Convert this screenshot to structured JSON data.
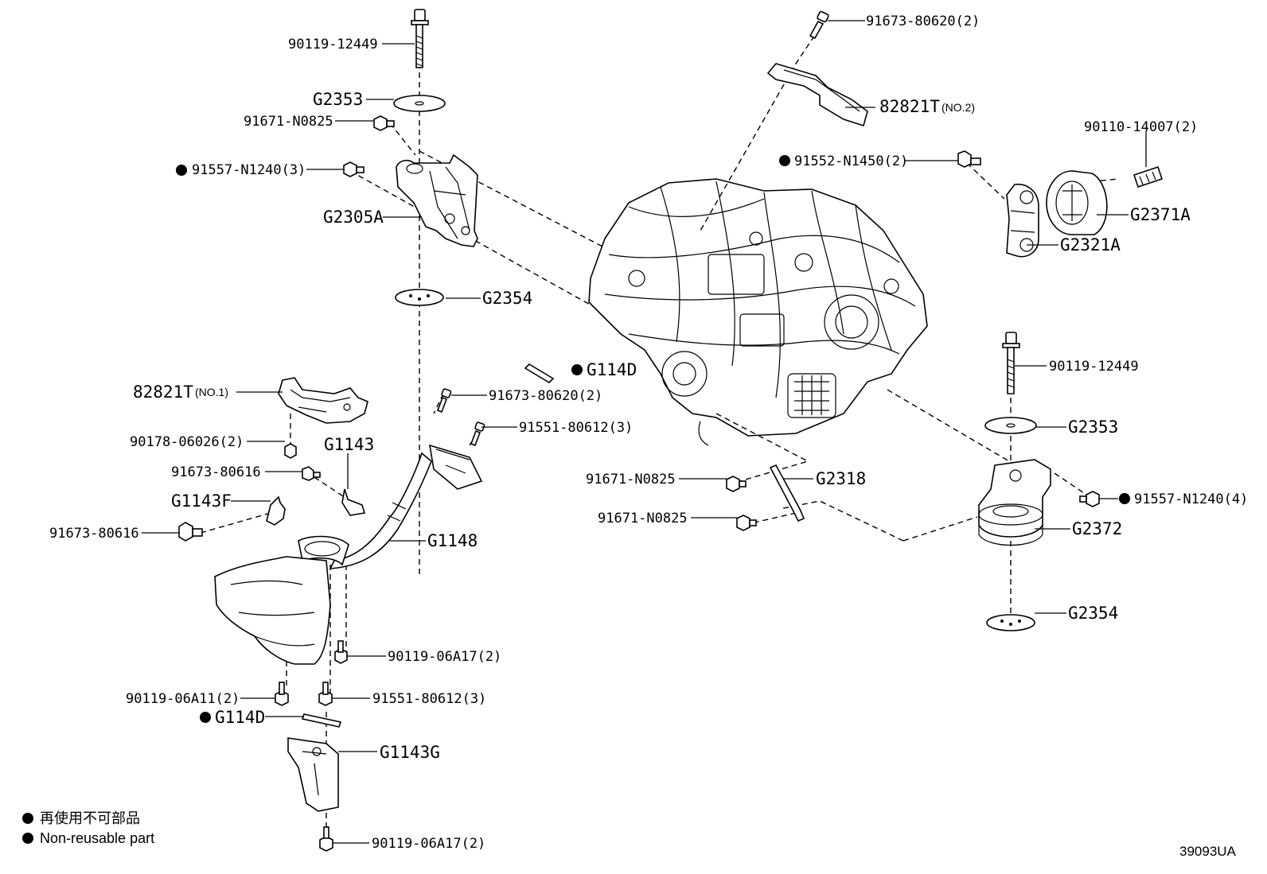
{
  "callouts": {
    "top_bolt_left": "90119-12449",
    "washer_g2353_left": "G2353",
    "bolt_91671_top": "91671-N0825",
    "bolt_91557_left": "91557-N1240(3)",
    "bracket_g2305a": "G2305A",
    "washer_g2354_left": "G2354",
    "bolt_91673_top": "91673-80620(2)",
    "cover_82821t_no2": "82821T",
    "cover_82821t_no2_suffix": "(NO.2)",
    "bolt_90110": "90110-14007(2)",
    "bolt_91552": "91552-N1450(2)",
    "mount_g2371a": "G2371A",
    "bracket_g2321a": "G2321A",
    "cover_82821t_no1": "82821T",
    "cover_82821t_no1_suffix": "(NO.1)",
    "bolt_91673_mid": "91673-80620(2)",
    "bolt_91551_mid": "91551-80612(3)",
    "part_g114d_mid": "G114D",
    "nut_90178": "90178-06026(2)",
    "part_g1143": "G1143",
    "bolt_91673_80616_a": "91673-80616",
    "part_g1143f": "G1143F",
    "bolt_91673_80616_b": "91673-80616",
    "pipe_g1148": "G1148",
    "bolt_91671_mid_a": "91671-N0825",
    "bolt_91671_mid_b": "91671-N0825",
    "stay_g2318": "G2318",
    "bolt_right": "90119-12449",
    "washer_g2353_right": "G2353",
    "bolt_91557_right": "91557-N1240(4)",
    "mount_g2372": "G2372",
    "washer_g2354_right": "G2354",
    "bolt_90119_06a17_a": "90119-06A17(2)",
    "bolt_90119_06a11": "90119-06A11(2)",
    "bolt_91551_low": "91551-80612(3)",
    "part_g114d_low": "G114D",
    "part_g1143g": "G1143G",
    "bolt_90119_06a17_b": "90119-06A17(2)"
  },
  "legend": {
    "line_jp": "再使用不可部品",
    "line_en": "Non-reusable part"
  },
  "reference_code": "39093UA"
}
